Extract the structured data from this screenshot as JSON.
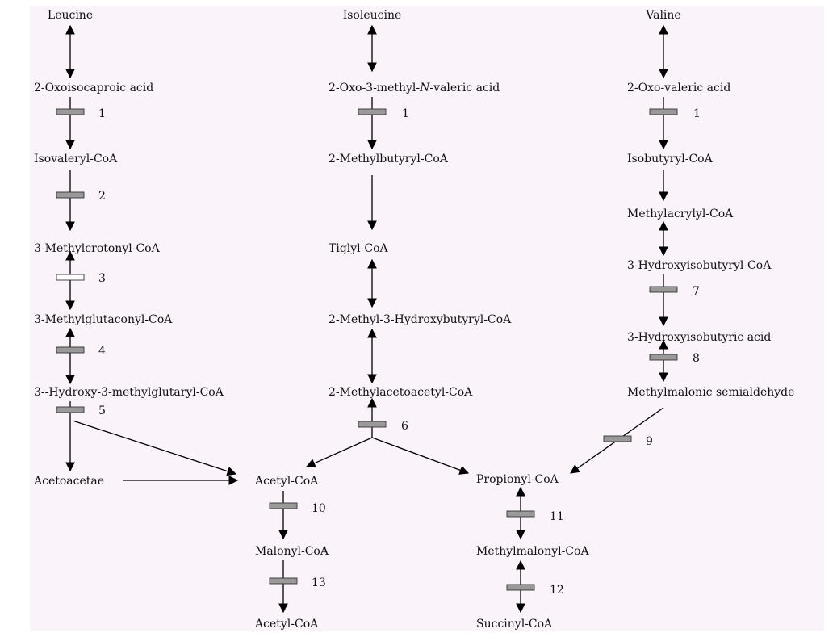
{
  "nodes": {
    "leucine": "Leucine",
    "isoleucine": "Isoleucine",
    "valine": "Valine",
    "oxoisocaproic": "2-Oxoisocaproic acid",
    "oxo_methyl_valeric_pre": "2-Oxo-3-methyl-",
    "oxo_methyl_valeric_n": "N",
    "oxo_methyl_valeric_post": "-valeric acid",
    "oxo_valeric": "2-Oxo-valeric acid",
    "isovaleryl": "Isovaleryl-CoA",
    "methylbutyryl": "2-Methylbutyryl-CoA",
    "isobutyryl": "Isobutyryl-CoA",
    "methylacrylyl": "Methylacrylyl-CoA",
    "methylcrotonyl": "3-Methylcrotonyl-CoA",
    "tiglyl": "Tiglyl-CoA",
    "hydroxyisobutyryl_coa": "3-Hydroxyisobutyryl-CoA",
    "methylglutaconyl": "3-Methylglutaconyl-CoA",
    "methyl_hydroxybutyryl": "2-Methyl-3-Hydroxybutyryl-CoA",
    "hydroxyisobutyric": "3-Hydroxyisobutyric acid",
    "hmg": "3--Hydroxy-3-methylglutaryl-CoA",
    "methylacetoacetyl": "2-Methylacetoacetyl-CoA",
    "mmsa": "Methylmalonic semialdehyde",
    "acetoacetate": "Acetoacetae",
    "acetyl_coa": "Acetyl-CoA",
    "propionyl": "Propionyl-CoA",
    "malonyl": "Malonyl-CoA",
    "methylmalonyl": "Methylmalonyl-CoA",
    "acetyl_coa_2": "Acetyl-CoA",
    "succinyl": "Succinyl-CoA"
  },
  "enzymes": {
    "e1a": "1",
    "e1b": "1",
    "e1c": "1",
    "e2": "2",
    "e3": "3",
    "e4": "4",
    "e5": "5",
    "e6": "6",
    "e7": "7",
    "e8": "8",
    "e9": "9",
    "e10": "10",
    "e11": "11",
    "e12": "12",
    "e13": "13"
  }
}
